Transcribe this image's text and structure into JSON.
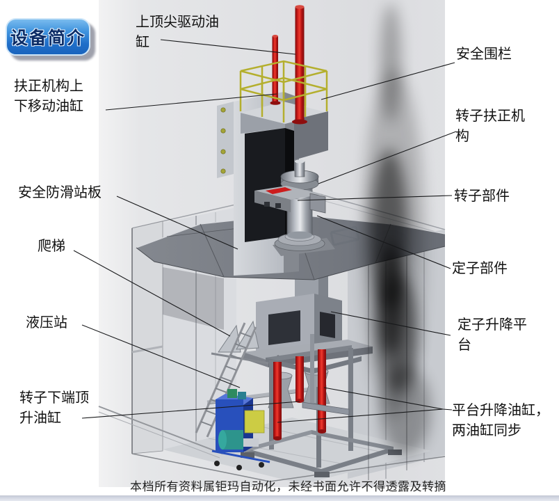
{
  "badge": {
    "label": "设备简介"
  },
  "labels": [
    {
      "name": "top-center-drive-cylinder",
      "text": "上顶尖驱动油缸"
    },
    {
      "name": "centering-updown-cylinder",
      "text": "扶正机构上下移动油缸"
    },
    {
      "name": "safety-fence",
      "text": "安全围栏"
    },
    {
      "name": "rotor-centering-mechanism",
      "text": "转子扶正机构"
    },
    {
      "name": "anti-slip-platform",
      "text": "安全防滑站板"
    },
    {
      "name": "rotor-component",
      "text": "转子部件"
    },
    {
      "name": "ladder",
      "text": "爬梯"
    },
    {
      "name": "stator-component",
      "text": "定子部件"
    },
    {
      "name": "hydraulic-station",
      "text": "液压站"
    },
    {
      "name": "stator-lift-platform",
      "text": "定子升降平台"
    },
    {
      "name": "rotor-bottom-jack-cylinder",
      "text": "转子下端顶升油缸"
    },
    {
      "name": "platform-lift-cylinders",
      "text": "平台升降油缸，两油缸同步"
    }
  ],
  "footer": {
    "notice": "本档所有资料属钜玛自动化，未经书面允许不得透露及转摘"
  },
  "colors": {
    "badge_blue": "#2a7fd4",
    "cylinder_red": "#cc1c1c",
    "railing_yellow": "#b4af2e",
    "hydraulic_blue": "#2850bc",
    "motor_teal": "#2d948c",
    "panel_yellow": "#cccc44"
  }
}
